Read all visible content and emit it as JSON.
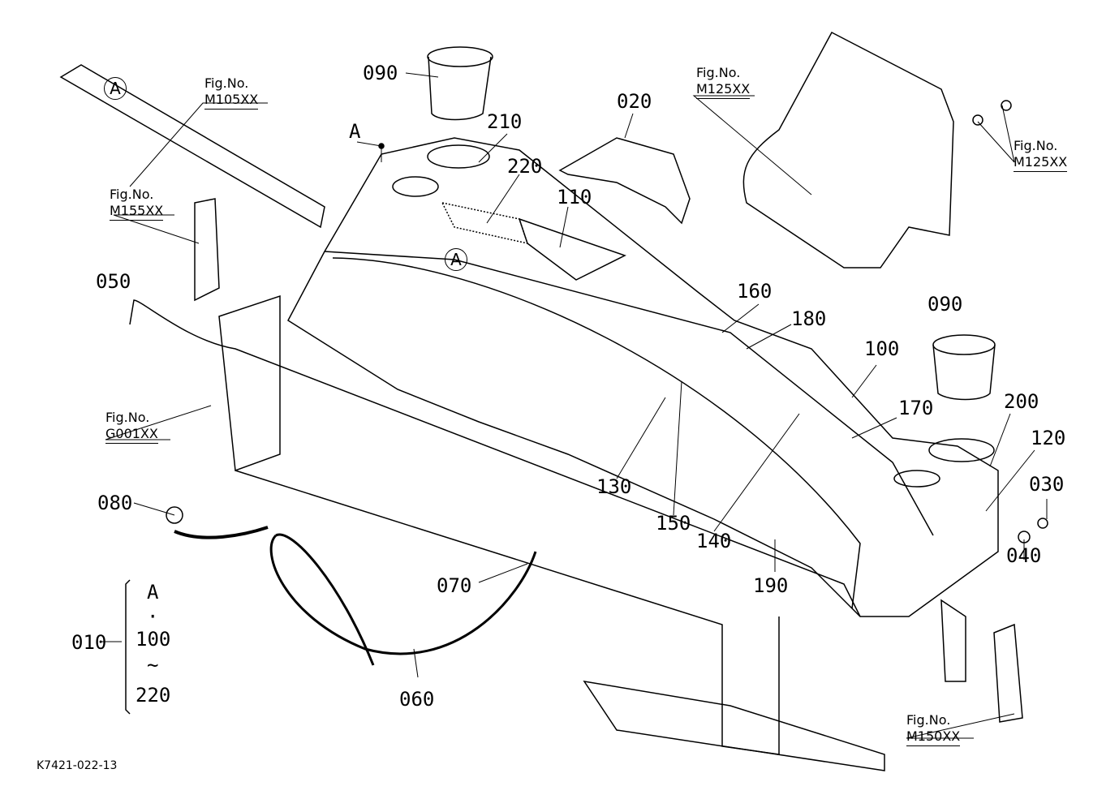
{
  "diagram_code": "K7421-022-13",
  "fig_refs": {
    "m105": {
      "line1": "Fig.No.",
      "line2": "M105XX"
    },
    "m125_top": {
      "line1": "Fig.No.",
      "line2": "M125XX"
    },
    "m125_right": {
      "line1": "Fig.No.",
      "line2": "M125XX"
    },
    "m155": {
      "line1": "Fig.No.",
      "line2": "M155XX"
    },
    "g001": {
      "line1": "Fig.No.",
      "line2": "G001XX"
    },
    "m150": {
      "line1": "Fig.No.",
      "line2": "M150XX"
    }
  },
  "markers": {
    "circled_a_1": "A",
    "circled_a_2": "A",
    "ref_a": "A"
  },
  "parts": {
    "p090a": "090",
    "p210": "210",
    "p020": "020",
    "p220": "220",
    "p110": "110",
    "p050": "050",
    "p160": "160",
    "p180": "180",
    "p090b": "090",
    "p100": "100",
    "p170": "170",
    "p200": "200",
    "p120": "120",
    "p030": "030",
    "p040": "040",
    "p130": "130",
    "p150": "150",
    "p140": "140",
    "p080": "080",
    "p070": "070",
    "p190": "190",
    "p060": "060"
  },
  "assembly": {
    "number": "010",
    "line1": "A",
    "line2": "·",
    "line3": "100",
    "line4": "~",
    "line5": "220"
  }
}
